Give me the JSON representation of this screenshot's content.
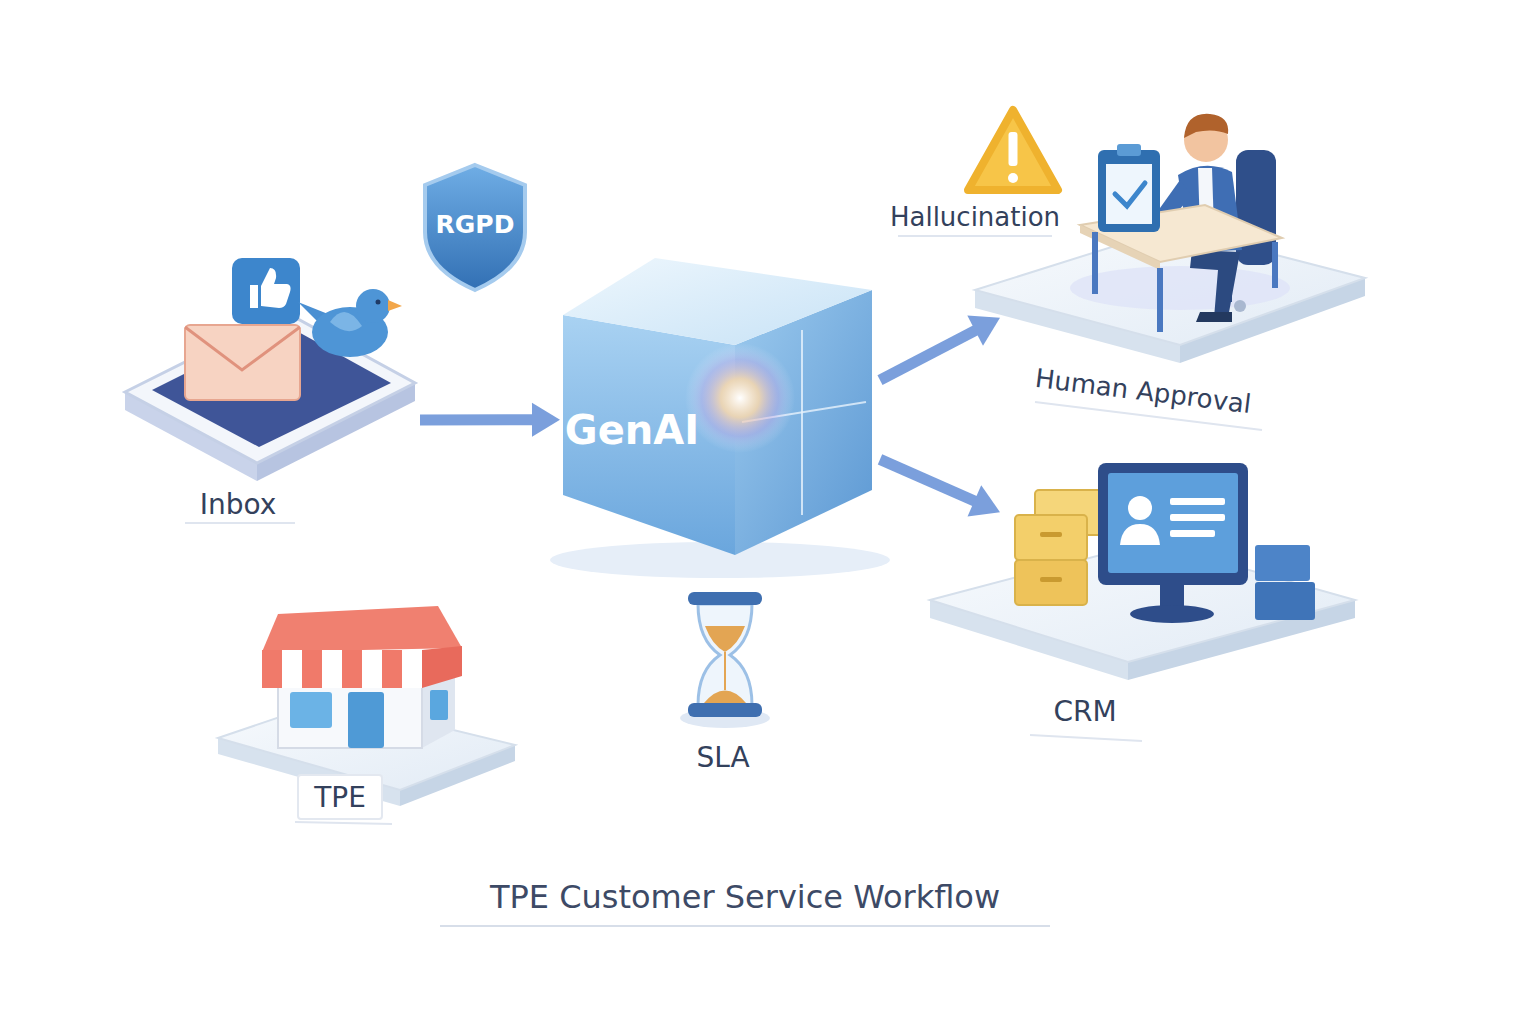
{
  "diagram": {
    "title": "TPE Customer Service Workflow",
    "nodes": [
      {
        "text": [
          "Inbox"
        ]
      },
      {
        "text": [
          "RGPD"
        ]
      },
      {
        "text": [
          "GenAI"
        ]
      },
      {
        "text": [
          "Human Approval"
        ]
      },
      {
        "text": [
          "CRM"
        ]
      },
      {
        "text": [
          "TPE"
        ]
      },
      {
        "text": [
          "SLA"
        ]
      }
    ],
    "edges": [
      {
        "from": 0,
        "to": 2,
        "arrow": "to"
      },
      {
        "from": 2,
        "to": 3,
        "arrow": "to"
      },
      {
        "from": 2,
        "to": 4,
        "arrow": "to"
      }
    ],
    "labels": [
      "Hallucination"
    ]
  }
}
